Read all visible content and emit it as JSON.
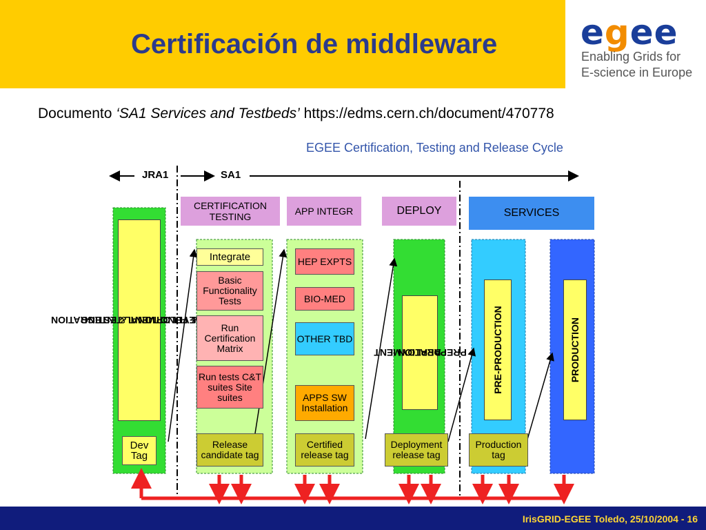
{
  "slide": {
    "title": "Certificación de middleware",
    "logo_text_1": "e",
    "logo_text_2": "g",
    "logo_text_3": "ee",
    "logo_line1": "Enabling Grids for",
    "logo_line2": "E-science in Europe",
    "doc_prefix": "Documento",
    "doc_title": "‘SA1 Services and Testbeds’",
    "doc_url": "https://edms.cern.ch/document/470778",
    "footer": "IrisGRID-EGEE Toledo, 25/10/2004  - 16"
  },
  "diagram": {
    "title": "EGEE Certification, Testing and Release Cycle",
    "phase_left": "JRA1",
    "phase_right": "SA1",
    "headers": {
      "cert": "CERTIFICATION TESTING",
      "app": "APP INTEGR",
      "deploy": "DEPLOY",
      "services": "SERVICES"
    },
    "dev": {
      "vertical_line1": "DEVELOPMENT & INTEGRATION",
      "vertical_line2": "UNIT & FUNCTIONAL TESTING",
      "tag": "Dev Tag"
    },
    "cert": {
      "integrate": "Integrate",
      "basic": "Basic Functionality Tests",
      "run": "Run Certification Matrix",
      "tests": "Run tests C&T suites Site suites",
      "tag": "Release candidate tag"
    },
    "app": {
      "hep": "HEP EXPTS",
      "biomed": "BIO-MED",
      "other": "OTHER TBD",
      "apps": "APPS SW Installation",
      "tag": "Certified release tag"
    },
    "deploy": {
      "vertical_line1": "DEPLOYMENT",
      "vertical_line2": "PREPARATION",
      "tag": "Deployment release tag"
    },
    "preprod": {
      "vertical": "PRE-PRODUCTION",
      "tag": "Production tag"
    },
    "prod": {
      "vertical": "PRODUCTION"
    }
  },
  "colors": {
    "header_yellow": "#FFCC00",
    "title_blue": "#2B3A8C",
    "footer_navy": "#101C7C",
    "green_column": "#33DD33",
    "light_green": "#CCFF99",
    "pink": "#FF9999",
    "light_pink": "#FFB3B3",
    "lilac": "#DDA0DD",
    "cyan": "#33CCFF",
    "blue": "#3366FF",
    "tag_olive": "#CCCC33",
    "orange": "#FFAA00",
    "red_arrow": "#EE2222"
  }
}
